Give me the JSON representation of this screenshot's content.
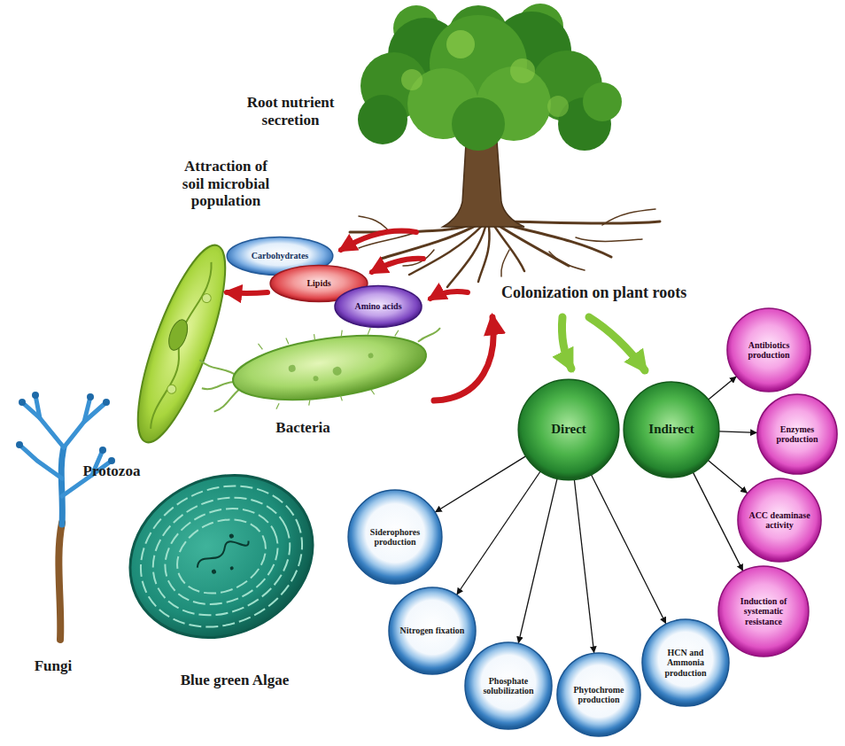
{
  "diagram": {
    "nodes": [
      {
        "text": [
          "Carbohydrates"
        ]
      },
      {
        "text": [
          "Lipids"
        ]
      },
      {
        "text": [
          "Amino acids"
        ]
      },
      {
        "text": [
          "Direct"
        ]
      },
      {
        "text": [
          "Indirect"
        ]
      },
      {
        "text": [
          "Antibiotics production"
        ]
      },
      {
        "text": [
          "Enzymes production"
        ]
      },
      {
        "text": [
          "ACC deaminase activity"
        ]
      },
      {
        "text": [
          "Induction of systematic resistance"
        ]
      },
      {
        "text": [
          "Siderophores production"
        ]
      },
      {
        "text": [
          "Nitrogen fixation"
        ]
      },
      {
        "text": [
          "Phosphate solubilization"
        ]
      },
      {
        "text": [
          "Phytochrome production"
        ]
      },
      {
        "text": [
          "HCN and Ammonia production"
        ]
      }
    ],
    "edges": [
      {
        "from": 3,
        "to": 9,
        "arrow": "to"
      },
      {
        "from": 3,
        "to": 10,
        "arrow": "to"
      },
      {
        "from": 3,
        "to": 11,
        "arrow": "to"
      },
      {
        "from": 3,
        "to": 12,
        "arrow": "to"
      },
      {
        "from": 3,
        "to": 13,
        "arrow": "to"
      },
      {
        "from": 4,
        "to": 5,
        "arrow": "to"
      },
      {
        "from": 4,
        "to": 6,
        "arrow": "to"
      },
      {
        "from": 4,
        "to": 7,
        "arrow": "to"
      },
      {
        "from": 4,
        "to": 8,
        "arrow": "to"
      }
    ],
    "labels": [
      "Root nutrient secretion",
      "Attraction of soil microbial population",
      "Colonization on plant roots",
      "Bacteria",
      "Protozoa",
      "Fungi",
      "Blue green Algae"
    ]
  }
}
